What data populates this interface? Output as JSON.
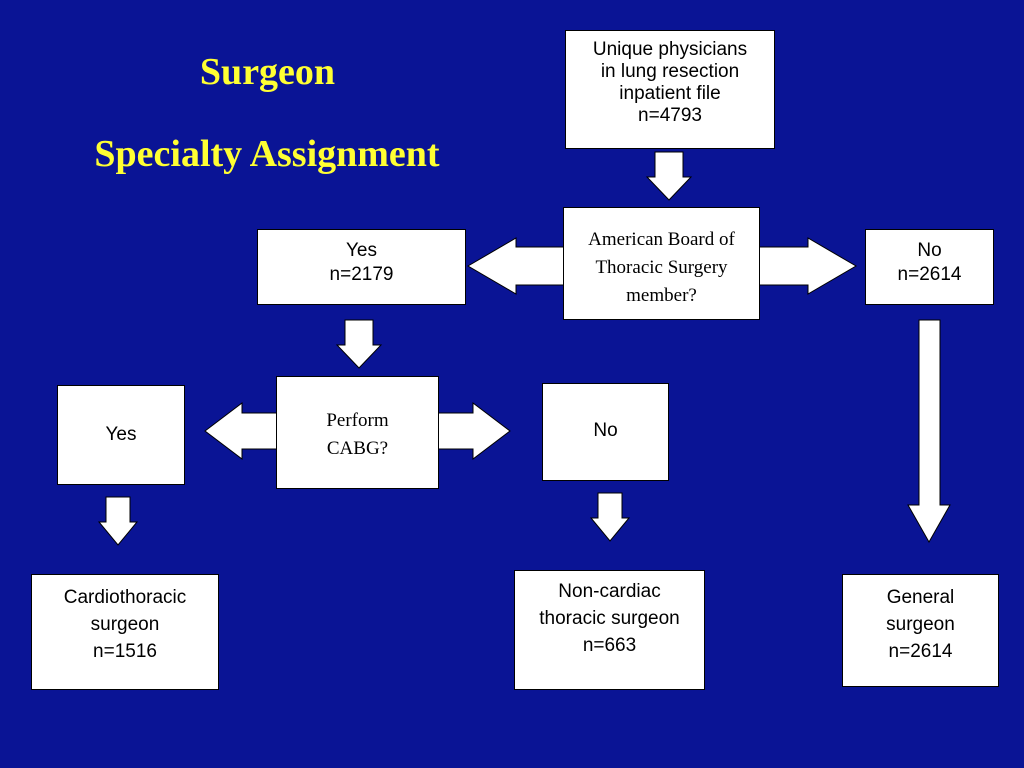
{
  "title": {
    "line1": "Surgeon",
    "line2": "Specialty Assignment"
  },
  "colors": {
    "background": "#0a1495",
    "title": "#ffff33",
    "box": "#ffffff"
  },
  "nodes": {
    "unique": [
      "Unique physicians",
      "in lung resection",
      "inpatient file",
      "n=4793"
    ],
    "abts": [
      "American Board of",
      "Thoracic Surgery",
      "member?"
    ],
    "yes_top": [
      "Yes",
      "n=2179"
    ],
    "no_top": [
      "No",
      "n=2614"
    ],
    "cabg": [
      "Perform",
      "CABG?"
    ],
    "yes_cabg": [
      "Yes"
    ],
    "no_cabg": [
      "No"
    ],
    "cardiothoracic": [
      "Cardiothoracic",
      "surgeon",
      "n=1516"
    ],
    "noncardiac": [
      "Non-cardiac",
      "thoracic surgeon",
      "n=663"
    ],
    "general": [
      "General",
      "surgeon",
      "n=2614"
    ]
  }
}
